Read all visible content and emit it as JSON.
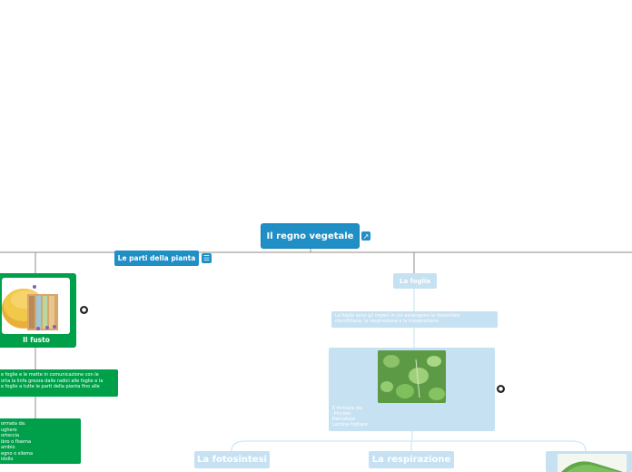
{
  "root": {
    "title": "Il regno vegetale"
  },
  "parti": {
    "label": "Le parti della pianta"
  },
  "fusto": {
    "label": "Il fusto",
    "desc_lines": [
      "e foglie e le mette in comunicazione con le",
      "orta la linfa grezza dalle radici alle foglie e la",
      "e foglie a tutte le parti della pianta fino alle"
    ],
    "parts_lines": [
      "ormata da:",
      "ughero",
      "orteccia",
      "ibro o floema",
      "ambio",
      "egno o silema",
      "idollo"
    ]
  },
  "foglia": {
    "label": "La foglia",
    "desc_lines": [
      "Le foglie sono gli organi in cui avvengono la fotosintesi",
      "clorofilliana, la respirazione e la traspirazione."
    ],
    "parts_lines": [
      "È formata da:",
      "-Picciolo",
      "Nervature",
      "Lamina fogliare"
    ]
  },
  "fotosintesi": {
    "label": "La fotosintesi"
  },
  "respirazione": {
    "label": "La respirazione"
  },
  "colors": {
    "blue": "#1f8fc6",
    "green": "#00a04a",
    "lightblue": "#c6e1f2"
  }
}
